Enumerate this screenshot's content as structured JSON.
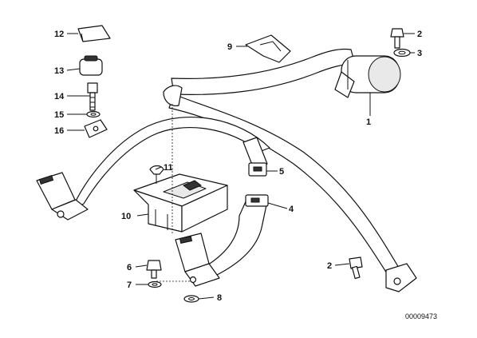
{
  "diagram": {
    "part_numbers": [
      "1",
      "2",
      "3",
      "4",
      "5",
      "6",
      "7",
      "8",
      "9",
      "10",
      "11",
      "12",
      "13",
      "14",
      "15",
      "16",
      "2"
    ],
    "drawing_code": "00009473"
  }
}
